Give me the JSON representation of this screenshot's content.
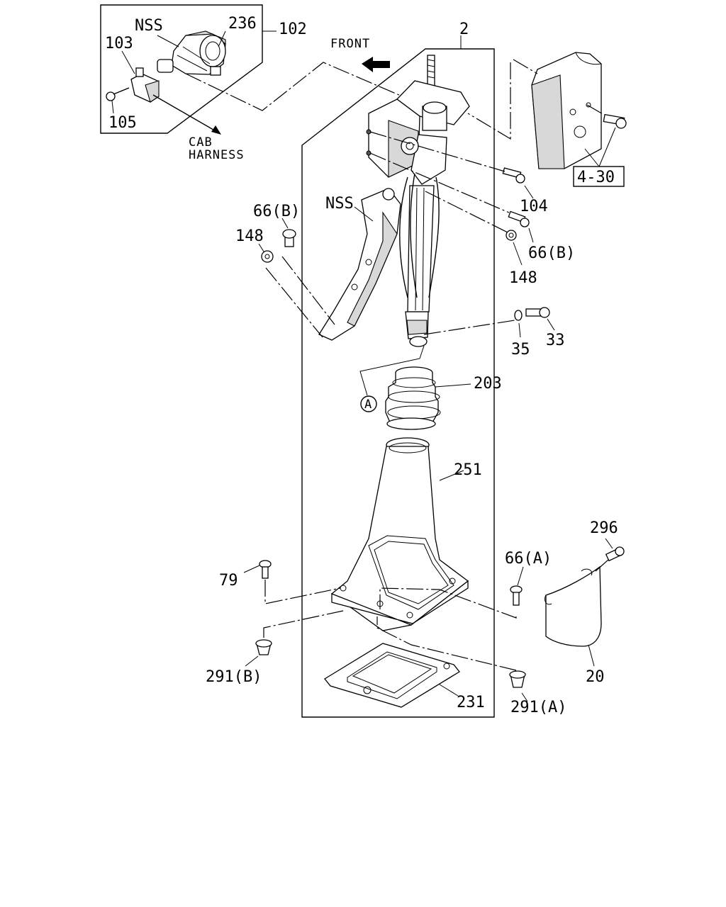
{
  "callouts": {
    "c102": "102",
    "c2": "2",
    "nss_inset": "NSS",
    "c236": "236",
    "c103": "103",
    "c105": "105",
    "front": "FRONT",
    "cab": "CAB",
    "harness": "HARNESS",
    "c104": "104",
    "c66b_right": "66(B)",
    "c148_right": "148",
    "ref_4_30": "4-30",
    "c66b_left": "66(B)",
    "c148_left": "148",
    "nss_main": "NSS",
    "c35": "35",
    "c33": "33",
    "c203": "203",
    "circle_a": "A",
    "c251": "251",
    "c296": "296",
    "c66a": "66(A)",
    "c79": "79",
    "c291b": "291(B)",
    "c231": "231",
    "c291a": "291(A)",
    "c20": "20"
  }
}
